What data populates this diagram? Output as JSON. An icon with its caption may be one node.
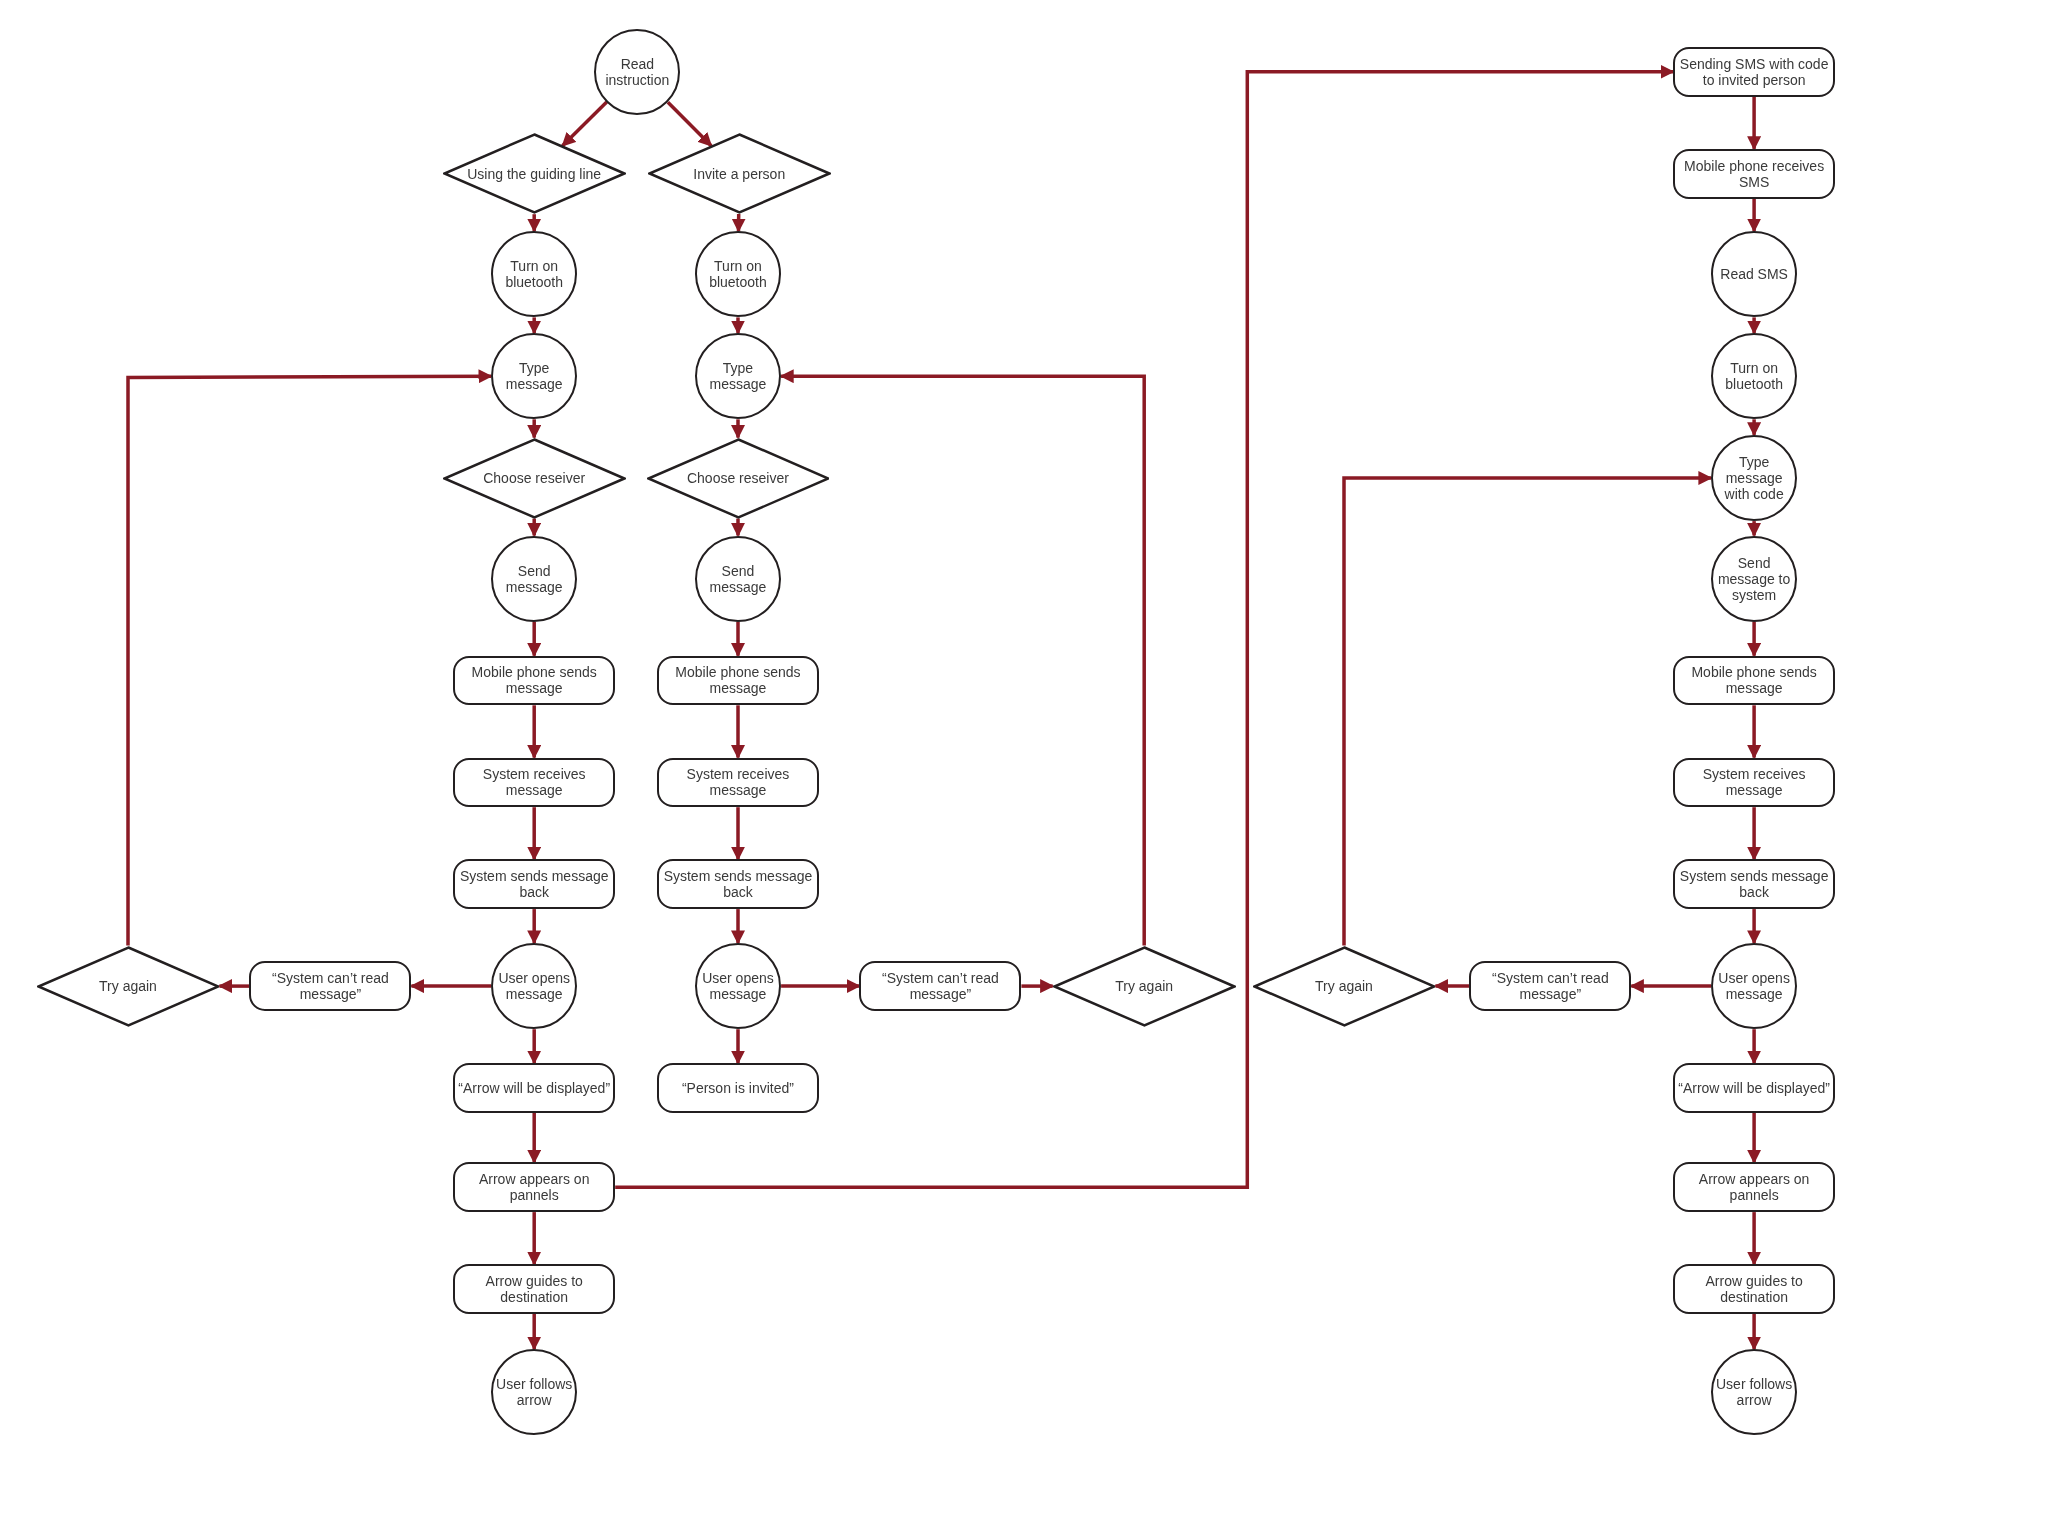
{
  "diagram": {
    "nodes": [
      {
        "text": [
          "Read instruction"
        ]
      },
      {
        "text": [
          "Using the guiding line"
        ]
      },
      {
        "text": [
          "Invite a person"
        ]
      },
      {
        "text": [
          "Turn on bluetooth"
        ]
      },
      {
        "text": [
          "Type message"
        ]
      },
      {
        "text": [
          "Choose reseiver"
        ]
      },
      {
        "text": [
          "Send message"
        ]
      },
      {
        "text": [
          "Mobile phone sends message"
        ]
      },
      {
        "text": [
          "System receives message"
        ]
      },
      {
        "text": [
          "System sends message back"
        ]
      },
      {
        "text": [
          "Try again"
        ]
      },
      {
        "text": [
          "“System can’t read message”"
        ]
      },
      {
        "text": [
          "User opens message"
        ]
      },
      {
        "text": [
          "“Arrow will be displayed”"
        ]
      },
      {
        "text": [
          "Arrow appears on pannels"
        ]
      },
      {
        "text": [
          "Arrow guides to destination"
        ]
      },
      {
        "text": [
          "User follows arrow"
        ]
      },
      {
        "text": [
          "Turn on bluetooth"
        ]
      },
      {
        "text": [
          "Type message"
        ]
      },
      {
        "text": [
          "Choose reseiver"
        ]
      },
      {
        "text": [
          "Send message"
        ]
      },
      {
        "text": [
          "Mobile phone sends message"
        ]
      },
      {
        "text": [
          "System receives message"
        ]
      },
      {
        "text": [
          "System sends message back"
        ]
      },
      {
        "text": [
          "User opens message"
        ]
      },
      {
        "text": [
          "“System can’t read message”"
        ]
      },
      {
        "text": [
          "Try again"
        ]
      },
      {
        "text": [
          "“Person is invited”"
        ]
      },
      {
        "text": [
          "Sending SMS with code to invited person"
        ]
      },
      {
        "text": [
          "Mobile phone receives SMS"
        ]
      },
      {
        "text": [
          "Read SMS"
        ]
      },
      {
        "text": [
          "Turn on bluetooth"
        ]
      },
      {
        "text": [
          "Type message with code"
        ]
      },
      {
        "text": [
          "Send message to system"
        ]
      },
      {
        "text": [
          "Mobile phone sends message"
        ]
      },
      {
        "text": [
          "System receives message"
        ]
      },
      {
        "text": [
          "System sends message back"
        ]
      },
      {
        "text": [
          "Try again"
        ]
      },
      {
        "text": [
          "“System can’t read message”"
        ]
      },
      {
        "text": [
          "User opens message"
        ]
      },
      {
        "text": [
          "“Arrow will be displayed”"
        ]
      },
      {
        "text": [
          "Arrow appears on pannels"
        ]
      },
      {
        "text": [
          "Arrow guides to destination"
        ]
      },
      {
        "text": [
          "User follows arrow"
        ]
      }
    ],
    "edges": [
      {
        "from": 0,
        "to": 1,
        "arrow": "to"
      },
      {
        "from": 0,
        "to": 2,
        "arrow": "to"
      },
      {
        "from": 1,
        "to": 3,
        "arrow": "to"
      },
      {
        "from": 3,
        "to": 4,
        "arrow": "to"
      },
      {
        "from": 4,
        "to": 5,
        "arrow": "to"
      },
      {
        "from": 5,
        "to": 6,
        "arrow": "to"
      },
      {
        "from": 6,
        "to": 7,
        "arrow": "to"
      },
      {
        "from": 7,
        "to": 8,
        "arrow": "to"
      },
      {
        "from": 8,
        "to": 9,
        "arrow": "to"
      },
      {
        "from": 9,
        "to": 12,
        "arrow": "to"
      },
      {
        "from": 12,
        "to": 11,
        "arrow": "to"
      },
      {
        "from": 11,
        "to": 10,
        "arrow": "to"
      },
      {
        "from": 10,
        "to": 4,
        "arrow": "to"
      },
      {
        "from": 12,
        "to": 13,
        "arrow": "to"
      },
      {
        "from": 13,
        "to": 14,
        "arrow": "to"
      },
      {
        "from": 14,
        "to": 15,
        "arrow": "to"
      },
      {
        "from": 15,
        "to": 16,
        "arrow": "to"
      },
      {
        "from": 14,
        "to": 28,
        "arrow": "to"
      },
      {
        "from": 2,
        "to": 17,
        "arrow": "to"
      },
      {
        "from": 17,
        "to": 18,
        "arrow": "to"
      },
      {
        "from": 18,
        "to": 19,
        "arrow": "to"
      },
      {
        "from": 19,
        "to": 20,
        "arrow": "to"
      },
      {
        "from": 20,
        "to": 21,
        "arrow": "to"
      },
      {
        "from": 21,
        "to": 22,
        "arrow": "to"
      },
      {
        "from": 22,
        "to": 23,
        "arrow": "to"
      },
      {
        "from": 23,
        "to": 24,
        "arrow": "to"
      },
      {
        "from": 24,
        "to": 25,
        "arrow": "to"
      },
      {
        "from": 25,
        "to": 26,
        "arrow": "to"
      },
      {
        "from": 26,
        "to": 18,
        "arrow": "to"
      },
      {
        "from": 24,
        "to": 27,
        "arrow": "to"
      },
      {
        "from": 28,
        "to": 29,
        "arrow": "to"
      },
      {
        "from": 29,
        "to": 30,
        "arrow": "to"
      },
      {
        "from": 30,
        "to": 31,
        "arrow": "to"
      },
      {
        "from": 31,
        "to": 32,
        "arrow": "to"
      },
      {
        "from": 32,
        "to": 33,
        "arrow": "to"
      },
      {
        "from": 33,
        "to": 34,
        "arrow": "to"
      },
      {
        "from": 34,
        "to": 35,
        "arrow": "to"
      },
      {
        "from": 35,
        "to": 36,
        "arrow": "to"
      },
      {
        "from": 36,
        "to": 39,
        "arrow": "to"
      },
      {
        "from": 39,
        "to": 38,
        "arrow": "to"
      },
      {
        "from": 38,
        "to": 37,
        "arrow": "to"
      },
      {
        "from": 37,
        "to": 32,
        "arrow": "to"
      },
      {
        "from": 39,
        "to": 40,
        "arrow": "to"
      },
      {
        "from": 40,
        "to": 41,
        "arrow": "to"
      },
      {
        "from": 41,
        "to": 42,
        "arrow": "to"
      },
      {
        "from": 42,
        "to": 43,
        "arrow": "to"
      }
    ]
  }
}
